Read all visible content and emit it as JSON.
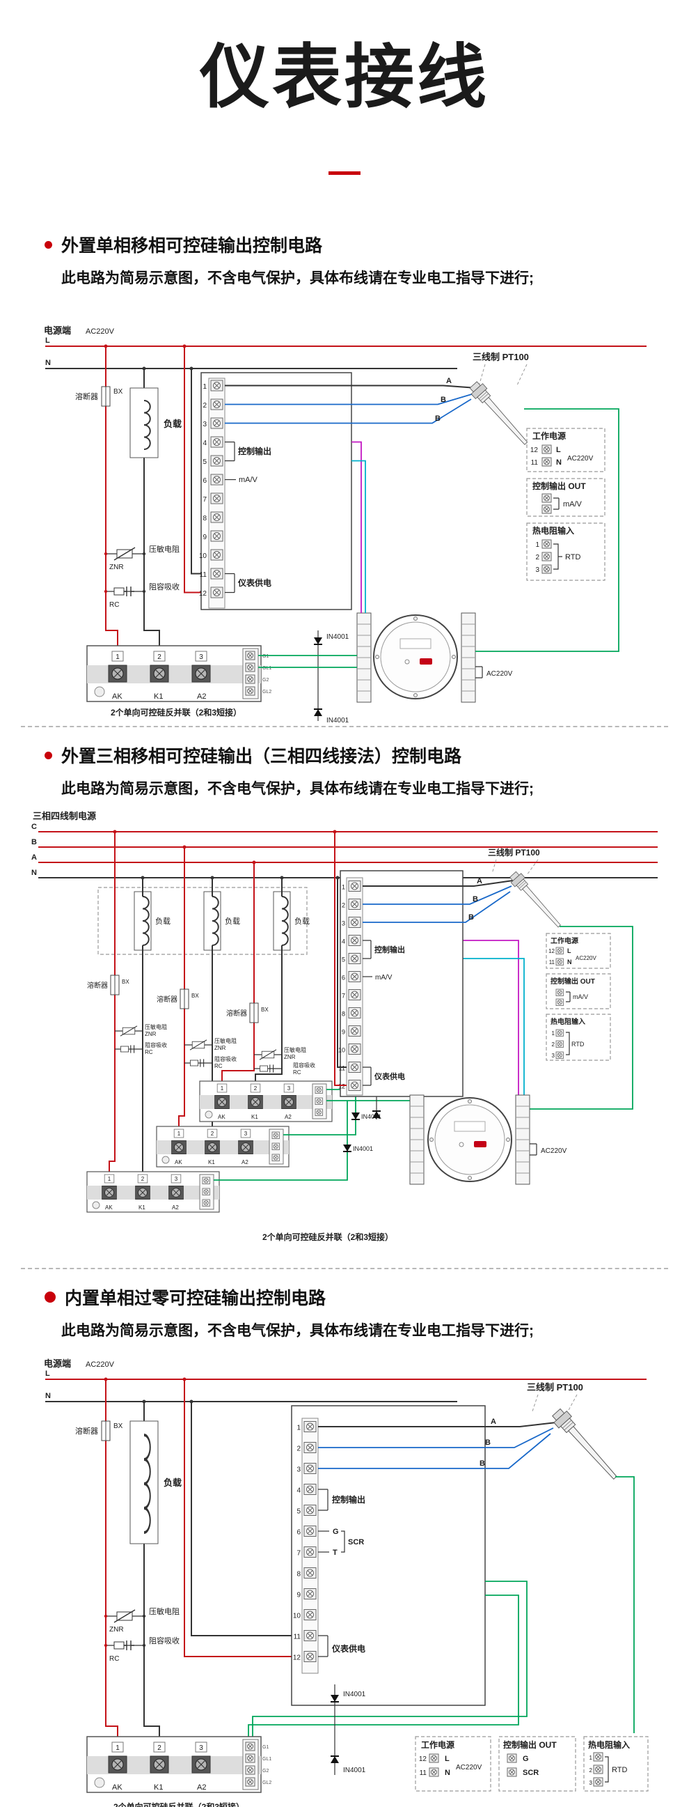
{
  "page": {
    "title": "仪表接线",
    "accent": "#c8000a"
  },
  "sections": [
    {
      "heading": "外置单相移相可控硅输出控制电路",
      "note": "此电路为简易示意图，不含电气保护，具体布线请在专业电工指导下进行;"
    },
    {
      "heading": "外置三相移相可控硅输出（三相四线接法）控制电路",
      "note": "此电路为简易示意图，不含电气保护，具体布线请在专业电工指导下进行;"
    },
    {
      "heading": "内置单相过零可控硅输出控制电路",
      "note": "此电路为简易示意图，不含电气保护，具体布线请在专业电工指导下进行;"
    }
  ],
  "d": {
    "power_end": "电源端",
    "ac220v": "AC220V",
    "three_phase_supply": "三相四线制电源",
    "L": "L",
    "N": "N",
    "A": "A",
    "B": "B",
    "C": "C",
    "fuse": "溶断器",
    "BX": "BX",
    "load": "负载",
    "varistor": "压敏电阻",
    "ZNR": "ZNR",
    "rc_snubber": "阻容吸收",
    "RC": "RC",
    "ctrl_out": "控制输出",
    "mAV": "mA/V",
    "meter_supply": "仪表供电",
    "pt100": "三线制 PT100",
    "work_power": "工作电源",
    "ctrl_out_out": "控制输出 OUT",
    "rtd_input": "热电阻输入",
    "RTD": "RTD",
    "diode": "IN4001",
    "scr_note": "2个单向可控硅反并联（2和3短接）",
    "AK": "AK",
    "K1": "K1",
    "A2": "A2",
    "G": "G",
    "SCR": "SCR",
    "T": "T",
    "g1": "G1",
    "gl1": "GL1",
    "g2": "G2",
    "gl2": "GL2",
    "nums": [
      "1",
      "2",
      "3",
      "4",
      "5",
      "6",
      "7",
      "8",
      "9",
      "10",
      "11",
      "12"
    ]
  }
}
